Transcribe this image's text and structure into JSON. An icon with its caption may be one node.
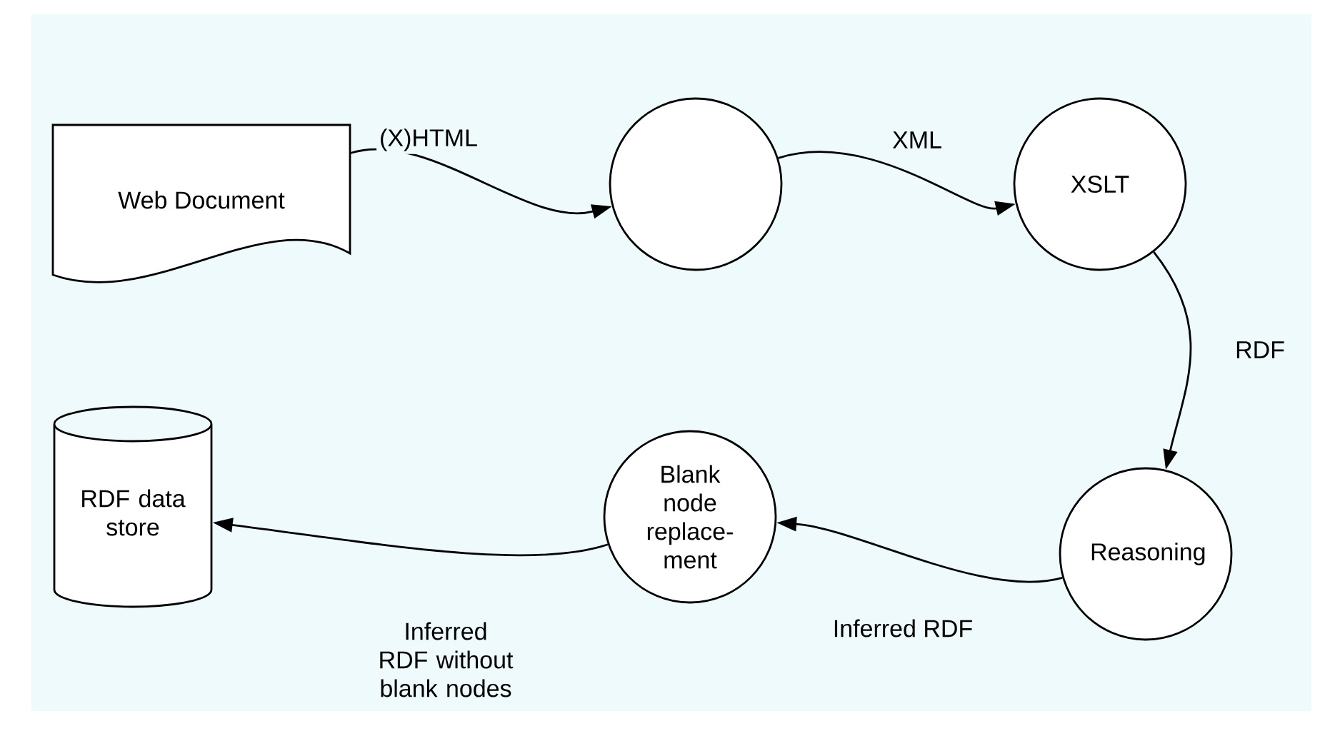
{
  "diagram": {
    "nodes": [
      {
        "text": [
          "Web Document"
        ]
      },
      {
        "text": [],
        "shape": "circle"
      },
      {
        "text": [
          "XSLT"
        ]
      },
      {
        "text": [
          "Reasoning"
        ]
      },
      {
        "text": [
          "Blank node replace-ment"
        ]
      },
      {
        "text": [
          "RDF data store"
        ]
      }
    ],
    "edges": [
      {
        "from": 0,
        "to": 1,
        "arrow": "to",
        "label": "(X)HTML"
      },
      {
        "from": 1,
        "to": 2,
        "arrow": "to",
        "label": "XML"
      },
      {
        "from": 2,
        "to": 3,
        "arrow": "to",
        "label": "RDF"
      },
      {
        "from": 3,
        "to": 4,
        "arrow": "to",
        "label": "Inferred RDF"
      },
      {
        "from": 4,
        "to": 5,
        "arrow": "to",
        "label": "Inferred RDF without blank nodes"
      }
    ]
  }
}
